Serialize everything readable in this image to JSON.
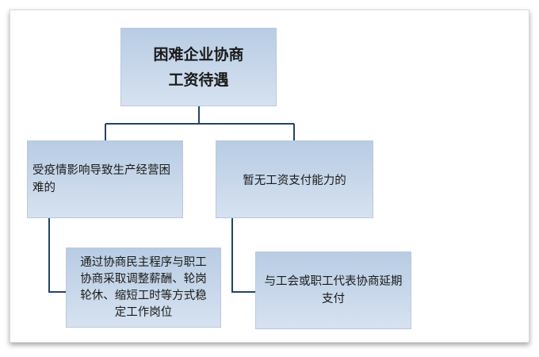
{
  "colors": {
    "box_fill_top": "#b8cce4",
    "box_fill_bottom": "#d6e2f0",
    "connector": "#23436a"
  },
  "nodes": {
    "root": "困难企业协商\n工资待遇",
    "affected_by_epidemic": "受疫情影响导致生产经营困\n难的",
    "no_wage_ability": "暂无工资支付能力的",
    "adjust_measures": "通过协商民主程序与职工\n协商采取调整薪酬、轮岗\n轮休、缩短工时等方式稳\n定工作岗位",
    "deferred_payment": "与工会或职工代表协商延期\n支付"
  }
}
